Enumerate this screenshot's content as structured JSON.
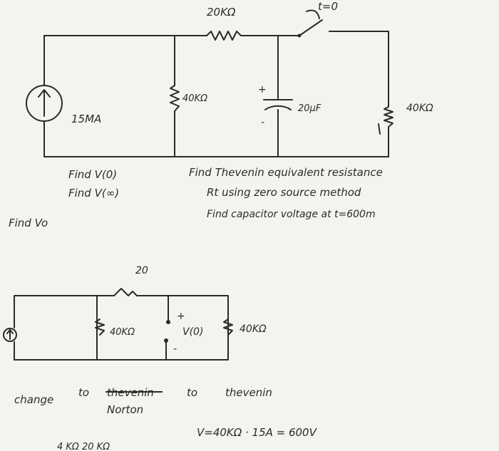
{
  "circuit1": {
    "r_top": "20KΩ",
    "switch_label": "t=0",
    "r_mid": "40KΩ",
    "cap_label": "20μF",
    "cap_plus": "+",
    "cap_minus": "-",
    "r_right": "40KΩ",
    "source_label": "15MA"
  },
  "tasks": {
    "find_v0": "Find V(0)",
    "find_vinf": "Find V(∞)",
    "find_vo": "Find Vo",
    "thevenin_line1": "Find Thevenin equivalent resistance",
    "thevenin_line2": "Rt using zero source method",
    "cap_voltage": "Find capacitor voltage at t=600m"
  },
  "circuit2": {
    "r_top": "20",
    "r_mid": "40KΩ",
    "v_label": "V(0)",
    "plus": "+",
    "minus": "-",
    "r_right": "40KΩ"
  },
  "notes": {
    "change": "change",
    "to1": "to",
    "struck": "thevenin",
    "to2": "to",
    "thevenin": "thevenin",
    "norton": "Norton",
    "equation": "V=40KΩ · 15A = 600V",
    "partial": "4 KΩ        20 KΩ"
  }
}
